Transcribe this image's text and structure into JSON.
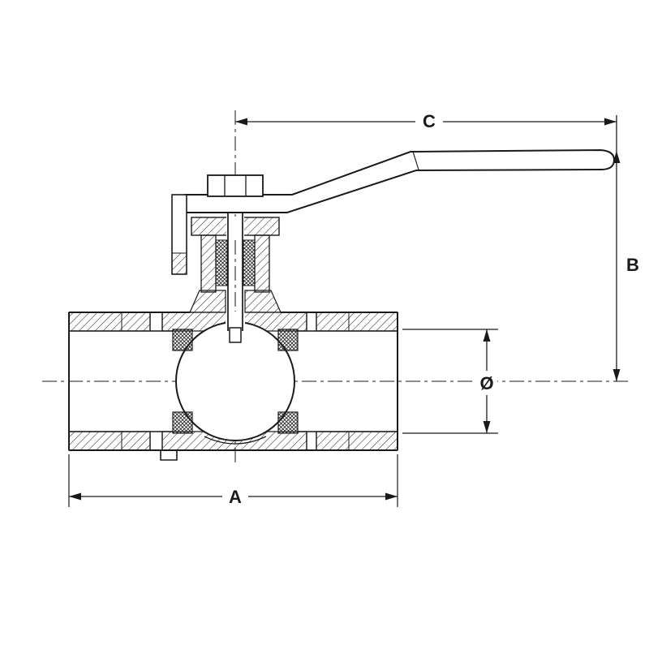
{
  "drawing": {
    "labels": {
      "overall_length": "A",
      "height": "B",
      "handle_reach": "C",
      "bore": "Ø"
    },
    "colors": {
      "ink": "#1a1a1a",
      "background": "#ffffff"
    }
  }
}
